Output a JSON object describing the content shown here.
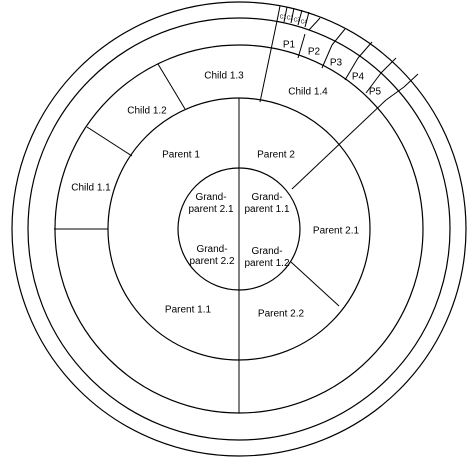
{
  "diagram": {
    "rings": {
      "grandparents": [
        {
          "key": "gp21",
          "lines": [
            "Grand-",
            "parent 2.1"
          ]
        },
        {
          "key": "gp11",
          "lines": [
            "Grand-",
            "parent 1.1"
          ]
        },
        {
          "key": "gp22",
          "lines": [
            "Grand-",
            "parent 2.2"
          ]
        },
        {
          "key": "gp12",
          "lines": [
            "Grand-",
            "parent 1.2"
          ]
        }
      ],
      "parents": [
        {
          "key": "parent-1",
          "label": "Parent 1"
        },
        {
          "key": "parent-2",
          "label": "Parent 2"
        },
        {
          "key": "parent-2-1",
          "label": "Parent 2.1"
        },
        {
          "key": "parent-2-2",
          "label": "Parent 2.2"
        },
        {
          "key": "parent-1-1",
          "label": "Parent 1.1"
        }
      ],
      "children": [
        {
          "key": "child-1-1",
          "label": "Child 1.1"
        },
        {
          "key": "child-1-2",
          "label": "Child 1.2"
        },
        {
          "key": "child-1-3",
          "label": "Child 1.3"
        },
        {
          "key": "child-1-4",
          "label": "Child 1.4"
        }
      ],
      "grandchildren": [
        {
          "key": "p1",
          "label": "P1"
        },
        {
          "key": "p2",
          "label": "P2"
        },
        {
          "key": "p3",
          "label": "P3"
        },
        {
          "key": "p4",
          "label": "P4"
        },
        {
          "key": "p5",
          "label": "P5"
        }
      ],
      "great_grandchildren": [
        {
          "key": "c1",
          "label": "C1"
        },
        {
          "key": "c2",
          "label": "C2"
        },
        {
          "key": "c3",
          "label": "C3"
        },
        {
          "key": "c4",
          "label": "C4"
        }
      ]
    }
  }
}
